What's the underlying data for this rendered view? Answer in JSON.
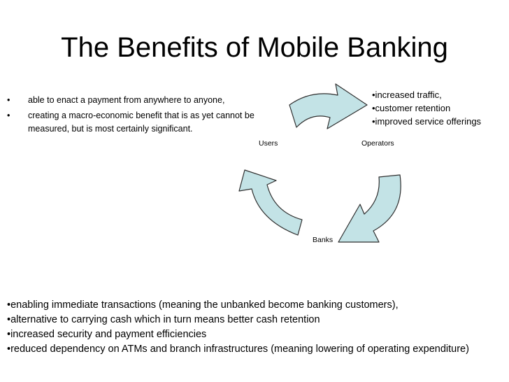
{
  "slide": {
    "title": "The Benefits of Mobile Banking"
  },
  "users_benefits": {
    "bullet": "•",
    "items": [
      "able to enact a payment from anywhere to anyone,",
      "creating a macro-economic benefit that is as yet cannot be measured, but is most certainly significant."
    ]
  },
  "operators_benefits": {
    "items": [
      "•increased traffic,",
      "•customer retention",
      "•improved service offerings"
    ]
  },
  "cycle": {
    "nodes": {
      "users": "Users",
      "operators": "Operators",
      "banks": "Banks"
    },
    "arrow_fill": "#c3e3e6",
    "arrow_stroke": "#2f2f2f"
  },
  "banks_benefits": {
    "items": [
      "•enabling immediate transactions (meaning the unbanked become banking customers),",
      "•alternative to carrying cash which in turn means better cash retention",
      "•increased security and payment efficiencies",
      "•reduced dependency on ATMs and branch infrastructures (meaning lowering of operating expenditure)"
    ]
  }
}
